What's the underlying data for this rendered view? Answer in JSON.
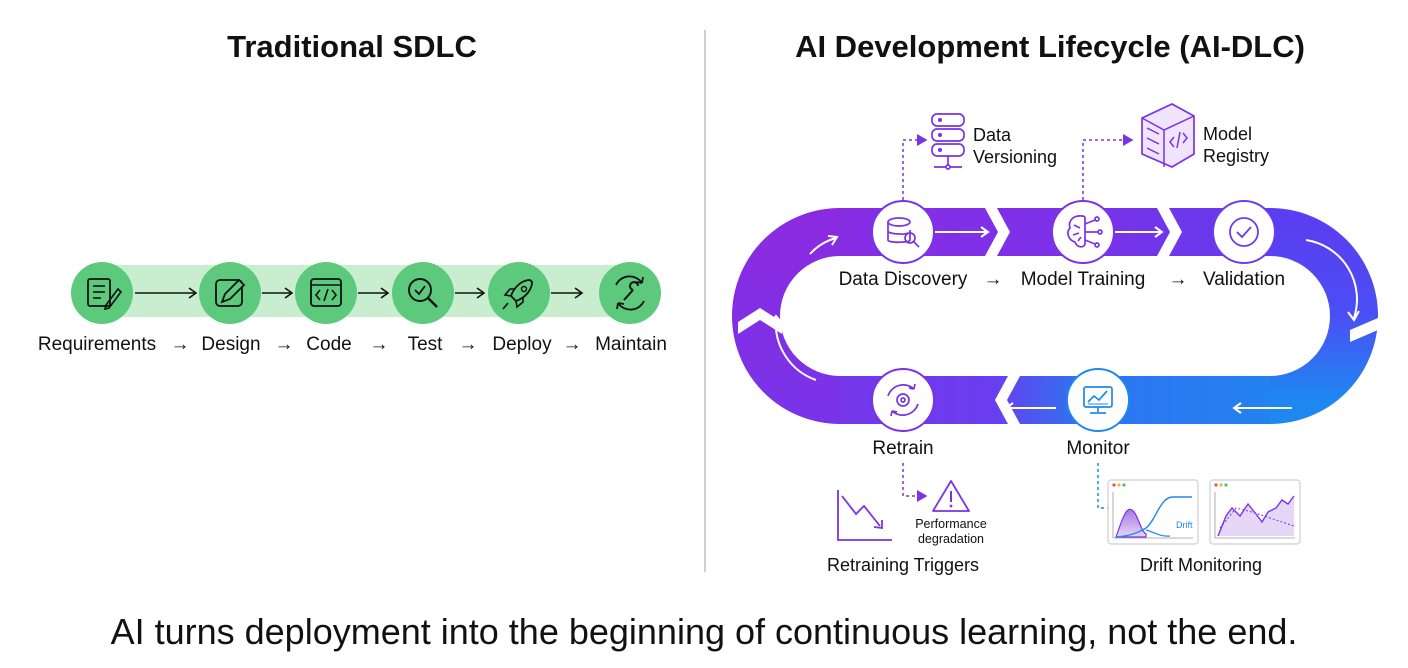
{
  "left_panel": {
    "title": "Traditional SDLC",
    "steps": [
      {
        "label": "Requirements",
        "icon": "requirements-checklist-icon"
      },
      {
        "label": "Design",
        "icon": "pencil-icon"
      },
      {
        "label": "Code",
        "icon": "code-window-icon"
      },
      {
        "label": "Test",
        "icon": "magnifier-check-icon"
      },
      {
        "label": "Deploy",
        "icon": "rocket-icon"
      },
      {
        "label": "Maintain",
        "icon": "wrench-cycle-icon"
      }
    ],
    "arrow_glyph": "→"
  },
  "right_panel": {
    "title": "AI Development Lifecycle (AI-DLC)",
    "stages": {
      "data_discovery": "Data Discovery",
      "model_training": "Model Training",
      "validation": "Validation",
      "monitor": "Monitor",
      "retrain": "Retrain"
    },
    "arrow_glyph": "→",
    "callouts": {
      "data_versioning": {
        "line1": "Data",
        "line2": "Versioning",
        "icon": "database-icon"
      },
      "model_registry": {
        "line1": "Model",
        "line2": "Registry",
        "icon": "server-code-icon"
      },
      "retraining_triggers": {
        "label": "Retraining Triggers",
        "icon": "declining-chart-icon"
      },
      "performance_degradation": {
        "line1": "Performance",
        "line2": "degradation",
        "icon": "warning-icon"
      },
      "drift_monitoring": {
        "label": "Drift Monitoring",
        "chart_tag": "Drift"
      }
    }
  },
  "footer": {
    "caption": "AI turns deployment into the beginning of continuous learning, not the end."
  },
  "colors": {
    "green_circle": "#5cc97c",
    "green_band": "#c9eecf",
    "purple": "#8a2be2",
    "violet": "#6a3df0",
    "blue": "#1e88f0",
    "divider": "#bdbdbd"
  }
}
